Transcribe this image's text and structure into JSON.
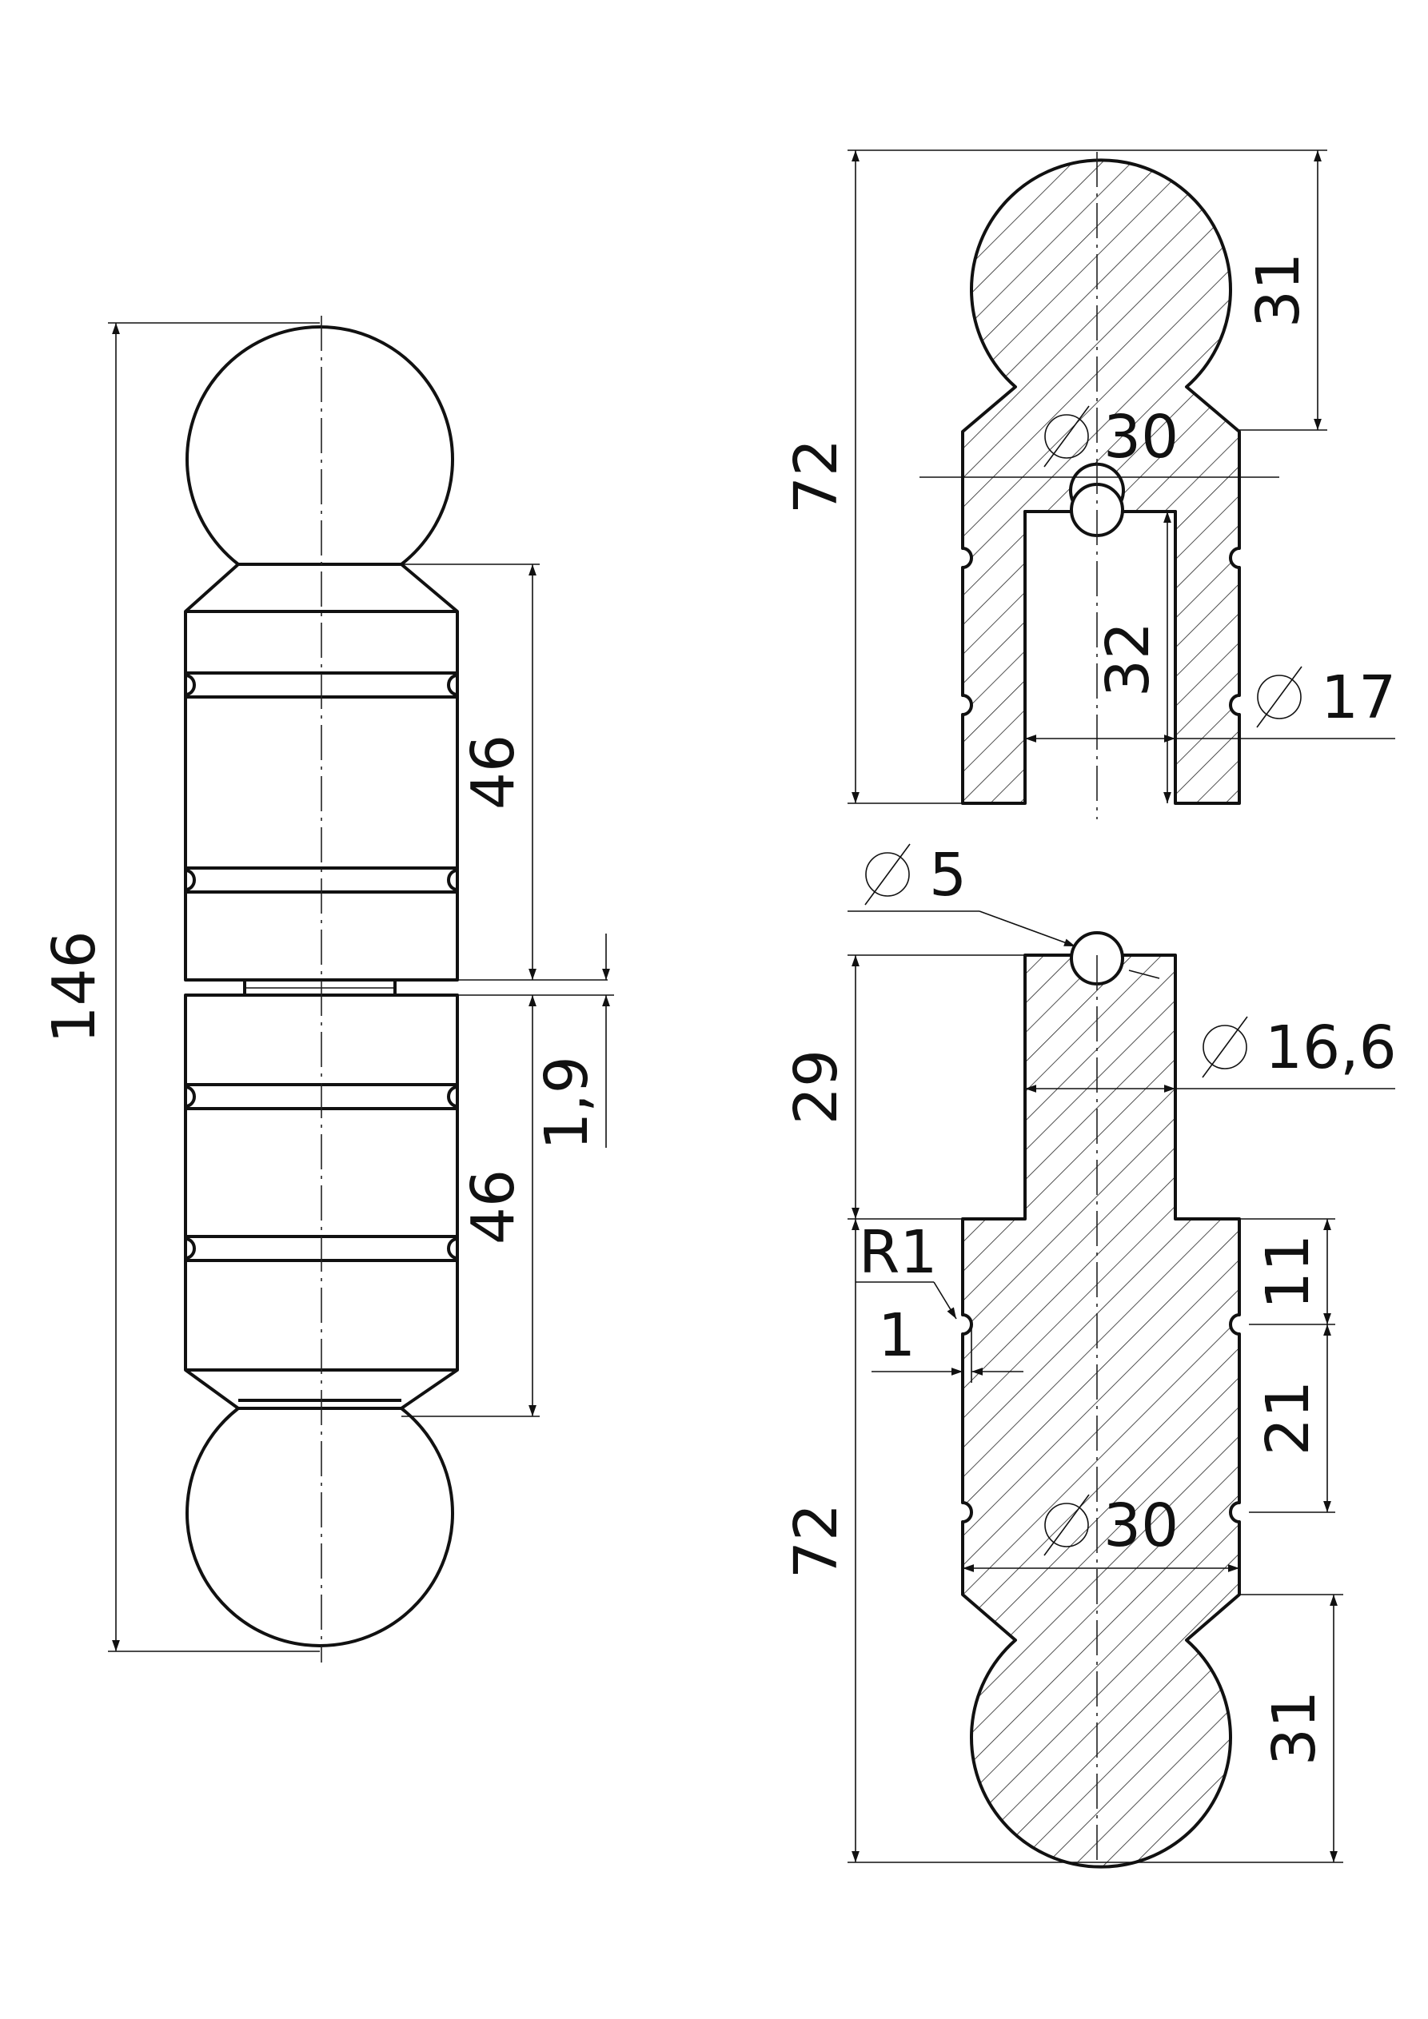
{
  "dimensions": {
    "total_length": "146",
    "left_upper_length": "46",
    "left_lower_length": "46",
    "gap": "1,9",
    "upper_part_length": "72",
    "upper_ball": "31",
    "upper_diameter_label": "30",
    "bore_depth": "32",
    "bore_diameter_label": "17",
    "pin_diameter_label": "5",
    "pin_shaft_length": "29",
    "shaft_diameter_label": "16,6",
    "fillet_radius": "R1",
    "groove_depth": "1",
    "groove_offset": "11",
    "groove_spacing": "21",
    "lower_diameter_label": "30",
    "lower_part_length": "72",
    "lower_ball": "31"
  },
  "symbols": {
    "diameter": "diameter-symbol"
  }
}
